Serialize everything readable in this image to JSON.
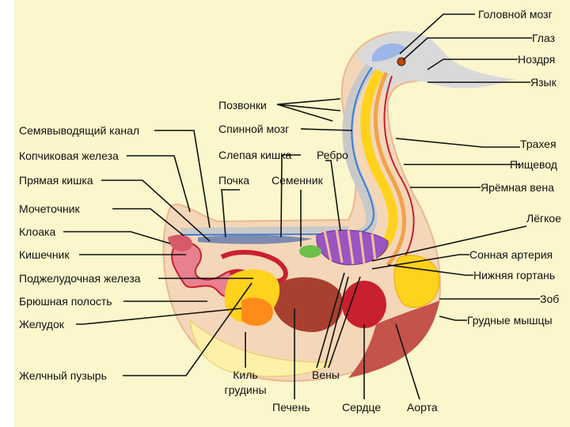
{
  "labels": {
    "golovnoy_mozg": "Головной мозг",
    "glaz": "Глаз",
    "nozdrya": "Ноздря",
    "yazyk": "Язык",
    "pozvonki": "Позвонки",
    "spinnoy_mozg": "Спинной мозг",
    "semyavyvod": "Семявыводящий канал",
    "kopchikovaya": "Копчиковая железа",
    "slepaya": "Слепая кишка",
    "rebro": "Ребро",
    "trakheya": "Трахея",
    "pishchevod": "Пищевод",
    "pryamaya": "Прямая кишка",
    "pochka": "Почка",
    "semennik": "Семенник",
    "yaremnaya": "Ярёмная вена",
    "mochetochnik": "Мочеточник",
    "legkoe": "Лёгкое",
    "kloaka": "Клоака",
    "kishechnik": "Кишечник",
    "sonnaya": "Сонная артерия",
    "podzheludochnaya": "Поджелудочная железа",
    "nizhnyaya_gortan": "Нижняя гортань",
    "bryushnaya": "Брюшная полость",
    "zob": "Зоб",
    "zheludok": "Желудок",
    "grudnye": "Грудные мышцы",
    "zhelchny": "Желчный пузырь",
    "kil_1": "Киль",
    "kil_2": "грудины",
    "veny": "Вены",
    "pechen": "Печень",
    "serdtse": "Сердце",
    "aorta": "Аорта"
  },
  "colors": {
    "background": "#fbf6cc",
    "body_outline": "#f2c89a",
    "lung": "#9b55c0",
    "liver": "#a8402f",
    "heart": "#c8202e",
    "fat": "#ffd21e",
    "gizzard": "#ff8c1a",
    "intestine": "#d85a6a",
    "muscle": "#c4534a",
    "kidney": "#7d8bb0",
    "spine": "#c9c9c9",
    "vessel_blue": "#3a7bd5",
    "keel": "#fdf0a8",
    "leader_line": "#111111"
  }
}
